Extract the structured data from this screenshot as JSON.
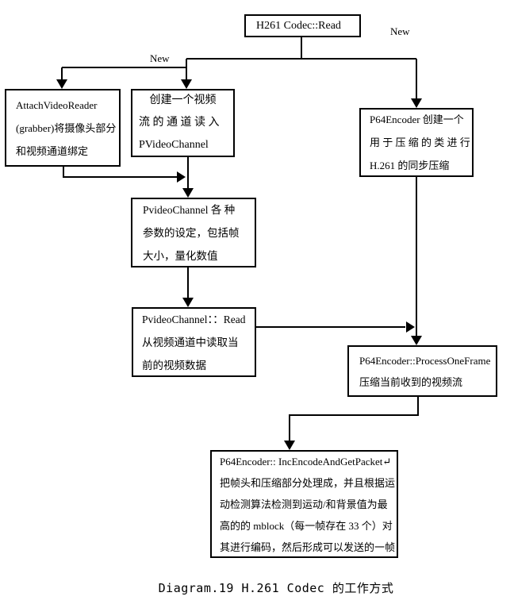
{
  "page": {
    "background_color": "#ffffff",
    "line_color": "#000000"
  },
  "labels": {
    "new_left": "New",
    "new_top_right": "New"
  },
  "boxes": {
    "h261_read": {
      "lines": [
        "H261 Codec::Read"
      ]
    },
    "attach_video_reader": {
      "lines": [
        "AttachVideoReader",
        "(grabber)将摄像头部分",
        "和视频通道绑定"
      ]
    },
    "create_video_channel": {
      "lines": [
        "创建一个视频",
        "流 的 通 道 读 入",
        "PVideoChannel"
      ]
    },
    "p64_encoder_create": {
      "lines": [
        "P64Encoder 创建一个",
        "用 于 压 缩 的 类 进 行",
        "H.261 的同步压缩"
      ]
    },
    "channel_params": {
      "lines": [
        "PvideoChannel 各 种",
        "参数的设定，包括帧",
        "大小，量化数值"
      ]
    },
    "channel_read": {
      "lines": [
        "PvideoChannel：：Read",
        "从视频通道中读取当",
        "前的视频数据"
      ]
    },
    "process_one_frame": {
      "lines": [
        "P64Encoder::ProcessOneFrame",
        "压缩当前收到的视频流"
      ]
    },
    "inc_encode_get_packet": {
      "lines": [
        "P64Encoder:: IncEncodeAndGetPacket↵",
        "把帧头和压缩部分处理成，并且根据运",
        "动检测算法检测到运动/和背景值为最",
        "高的的 mblock（每一帧存在 33 个）对",
        "其进行编码，然后形成可以发送的一帧"
      ]
    }
  },
  "caption": "Diagram.19 H.261 Codec 的工作方式"
}
